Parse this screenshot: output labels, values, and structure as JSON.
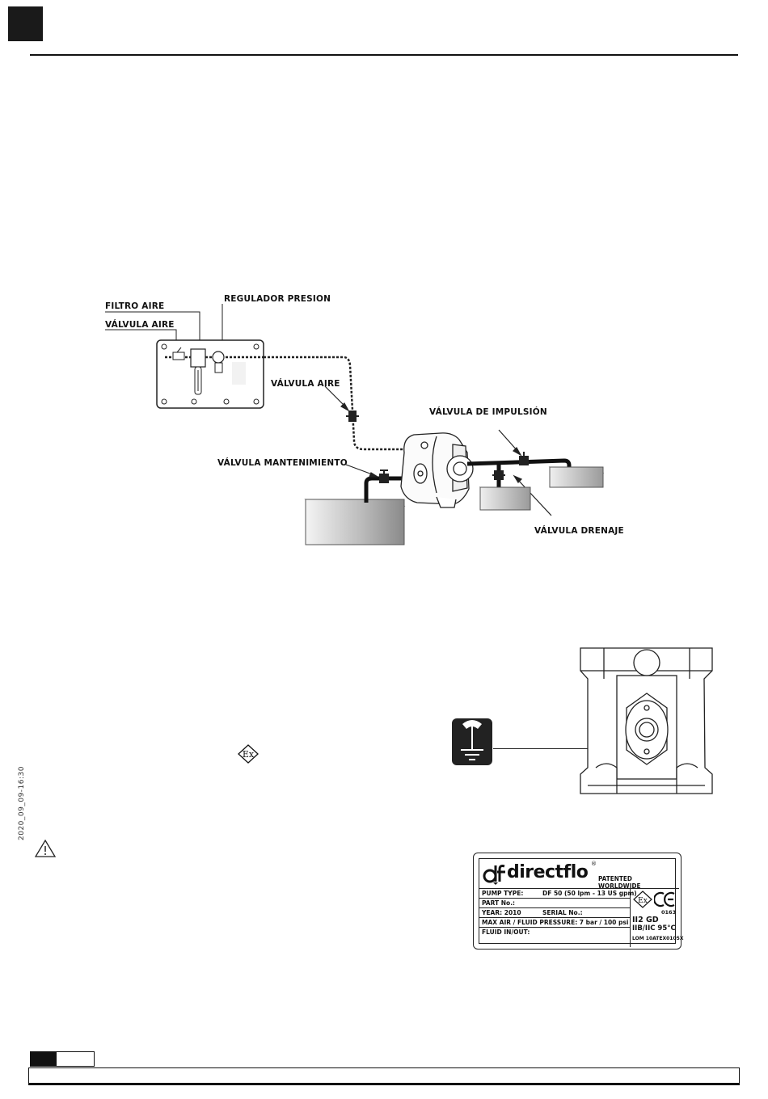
{
  "diagram": {
    "labels": {
      "filtro_aire": "FILTRO AIRE",
      "valvula_aire_top": "VÁLVULA AIRE",
      "regulador_presion": "REGULADOR PRESION",
      "valvula_aire_mid": "VÁLVULA AIRE",
      "valvula_impulsion": "VÁLVULA DE IMPULSIÓN",
      "valvula_mantenimiento": "VÁLVULA MANTENIMIENTO",
      "valvula_drenaje": "VÁLVULA DRENAJE"
    }
  },
  "side_stamp": "2020_09_09-16:30",
  "ex_symbol": "Ex",
  "nameplate": {
    "brand": "directflo",
    "registered": "®",
    "patented": "PATENTED WORLDWIDE",
    "rows": [
      {
        "label": "PUMP TYPE:",
        "value": "DF 50 (50 lpm - 13 US gpm)"
      },
      {
        "label": "PART No.:",
        "value": ""
      },
      {
        "label": "YEAR: 2010",
        "value": "SERIAL No.:"
      },
      {
        "label": "MAX AIR / FLUID PRESSURE: 7 bar / 100 psi",
        "value": ""
      },
      {
        "label": "FLUID IN/OUT:",
        "value": ""
      }
    ],
    "ce_number": "0163",
    "ex_class": "II2 GD",
    "gas_group": "IIB/IIC 95°C",
    "certificate": "LOM 10ATEX0105X"
  }
}
